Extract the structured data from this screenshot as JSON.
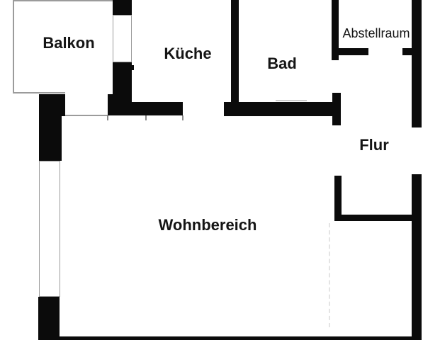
{
  "rooms": {
    "balkon": {
      "label": "Balkon"
    },
    "kueche": {
      "label": "Küche"
    },
    "bad": {
      "label": "Bad"
    },
    "abstellraum": {
      "label": "Abstellraum"
    },
    "flur": {
      "label": "Flur"
    },
    "wohnbereich": {
      "label": "Wohnbereich"
    }
  },
  "colors": {
    "wall": "#0b0b0b",
    "outline": "#9b9b9b",
    "tick": "#8a8a8a",
    "faint": "#cccccc",
    "divider": "#e4e4e4",
    "background": "#ffffff",
    "text": "#151515"
  }
}
